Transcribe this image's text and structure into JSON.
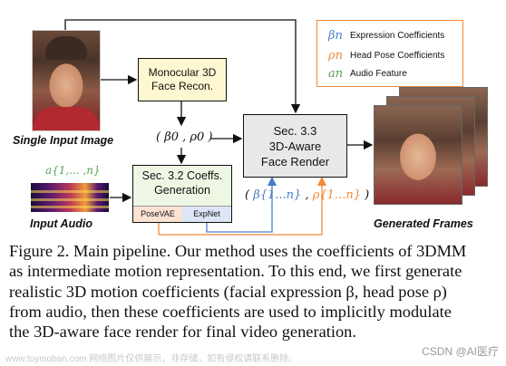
{
  "diagram": {
    "input_image_label": "Single Input Image",
    "recon_box": [
      "Monocular 3D",
      "Face Recon."
    ],
    "beta0_rho0": "( β0 , ρ0 )",
    "render_box": [
      "Sec. 3.3",
      "3D-Aware",
      "Face Render"
    ],
    "coeffs_box": [
      "Sec. 3.2 Coeffs.",
      "Generation"
    ],
    "posevae_label": "PoseVAE",
    "expnet_label": "ExpNet",
    "audio_feature_math": "a{1,... ,n}",
    "input_audio_label": "Input Audio",
    "beta_seq": "β{1...n}",
    "rho_seq": "ρ{1...n}",
    "generated_label": "Generated Frames",
    "colors": {
      "expression": "#4a7ec9",
      "pose": "#f08a3a",
      "audio": "#5aa05a",
      "arrow": "#111111"
    }
  },
  "legend": {
    "items": [
      {
        "symbol": "βn",
        "text": "Expression Coefficients",
        "color": "#4a7ec9"
      },
      {
        "symbol": "ρn",
        "text": "Head Pose Coefficients",
        "color": "#f08a3a"
      },
      {
        "symbol": "an",
        "text": "Audio Feature",
        "color": "#5aa05a"
      }
    ]
  },
  "caption": "Figure 2. Main pipeline. Our method uses the coefficients of 3DMM\nas intermediate motion representation. To this end, we first generate\nrealistic 3D motion coefficients (facial expression β, head pose ρ)\nfrom audio, then these coefficients are used to implicitly modulate\nthe 3D-aware face render for final video generation.",
  "watermarks": {
    "left": "www.toymoban.com 网络图片仅供展示，非存储，如有侵权请联系删除。",
    "right": "CSDN @AI医疗"
  }
}
